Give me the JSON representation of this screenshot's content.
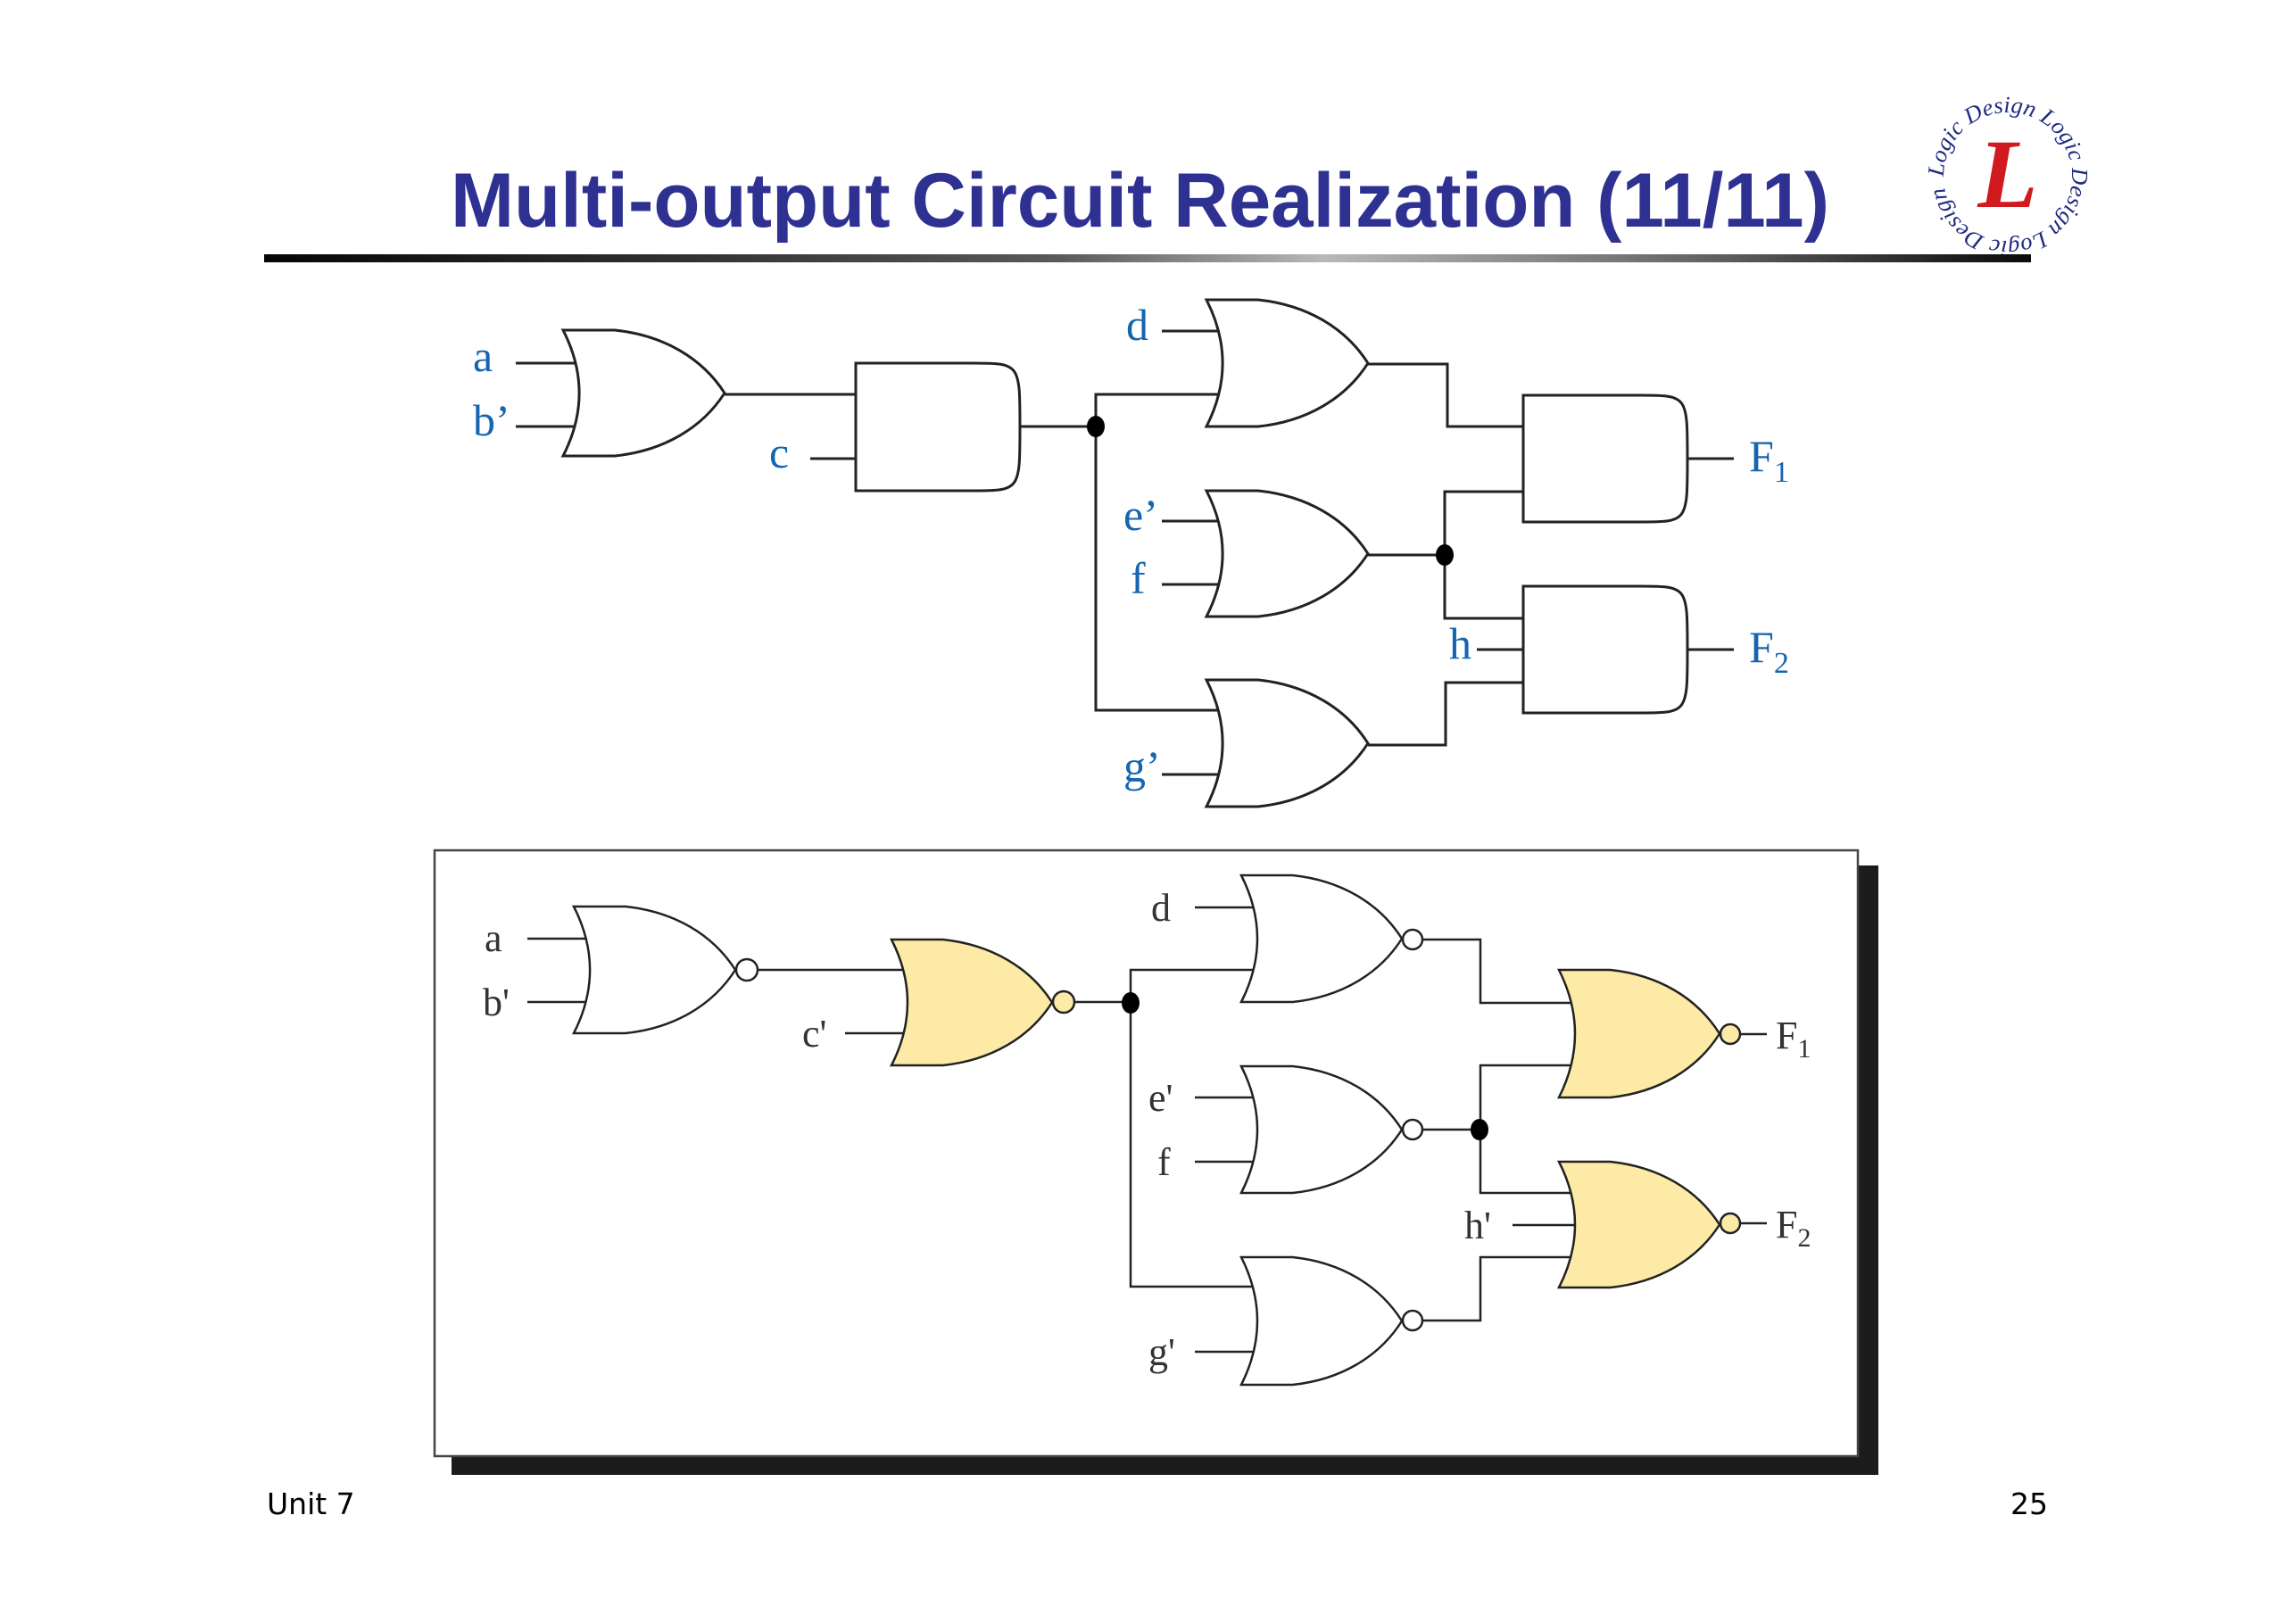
{
  "slide": {
    "title": "Multi-output Circuit Realization (11/11)",
    "footer_left": "Unit 7",
    "page_number": "25"
  },
  "logo": {
    "ring_text": "Logic Design Logic Design Logic Design",
    "center_letter": "L",
    "colors": {
      "ring": "#1F2A80",
      "letter": "#D01A20"
    }
  },
  "colors": {
    "title": "#2E3192",
    "top_labels": "#1565B0",
    "bottom_labels": "#333333",
    "highlight_gate_fill": "#FCEAA6"
  },
  "top_circuit": {
    "description": "AND-OR realization",
    "inputs": {
      "a": "a",
      "b": "b’",
      "c": "c",
      "d": "d",
      "e": "e’",
      "f": "f",
      "g": "g’",
      "h": "h"
    },
    "outputs": {
      "F1": {
        "base": "F",
        "sub": "1"
      },
      "F2": {
        "base": "F",
        "sub": "2"
      }
    },
    "gates": [
      {
        "id": "or-ab",
        "type": "OR",
        "inputs": [
          "a",
          "b’"
        ]
      },
      {
        "id": "and-c",
        "type": "AND",
        "inputs": [
          "or-ab",
          "c"
        ]
      },
      {
        "id": "or-d",
        "type": "OR",
        "inputs": [
          "d",
          "and-c"
        ]
      },
      {
        "id": "or-ef",
        "type": "OR",
        "inputs": [
          "e’",
          "f"
        ]
      },
      {
        "id": "or-g",
        "type": "OR",
        "inputs": [
          "and-c",
          "g’"
        ]
      },
      {
        "id": "and-F1",
        "type": "AND",
        "inputs": [
          "or-d",
          "or-ef"
        ],
        "output": "F1"
      },
      {
        "id": "and-F2",
        "type": "AND",
        "inputs": [
          "or-ef",
          "h",
          "or-g"
        ],
        "output": "F2"
      }
    ]
  },
  "bottom_circuit": {
    "description": "NOR-NOR realization",
    "inputs": {
      "a": "a",
      "b": "b'",
      "c": "c'",
      "d": "d",
      "e": "e'",
      "f": "f",
      "g": "g'",
      "h": "h'"
    },
    "outputs": {
      "F1": {
        "base": "F",
        "sub": "1"
      },
      "F2": {
        "base": "F",
        "sub": "2"
      }
    },
    "gates": [
      {
        "id": "nor-ab",
        "type": "NOR",
        "inputs": [
          "a",
          "b'"
        ],
        "highlighted": false
      },
      {
        "id": "nor-c",
        "type": "NOR",
        "inputs": [
          "nor-ab",
          "c'"
        ],
        "highlighted": true
      },
      {
        "id": "nor-d",
        "type": "NOR",
        "inputs": [
          "d",
          "nor-c"
        ],
        "highlighted": false
      },
      {
        "id": "nor-ef",
        "type": "NOR",
        "inputs": [
          "e'",
          "f"
        ],
        "highlighted": false
      },
      {
        "id": "nor-g",
        "type": "NOR",
        "inputs": [
          "nor-c",
          "g'"
        ],
        "highlighted": false
      },
      {
        "id": "nor-F1",
        "type": "NOR",
        "inputs": [
          "nor-d",
          "nor-ef"
        ],
        "output": "F1",
        "highlighted": true
      },
      {
        "id": "nor-F2",
        "type": "NOR",
        "inputs": [
          "nor-ef",
          "h'",
          "nor-g"
        ],
        "output": "F2",
        "highlighted": true
      }
    ]
  }
}
